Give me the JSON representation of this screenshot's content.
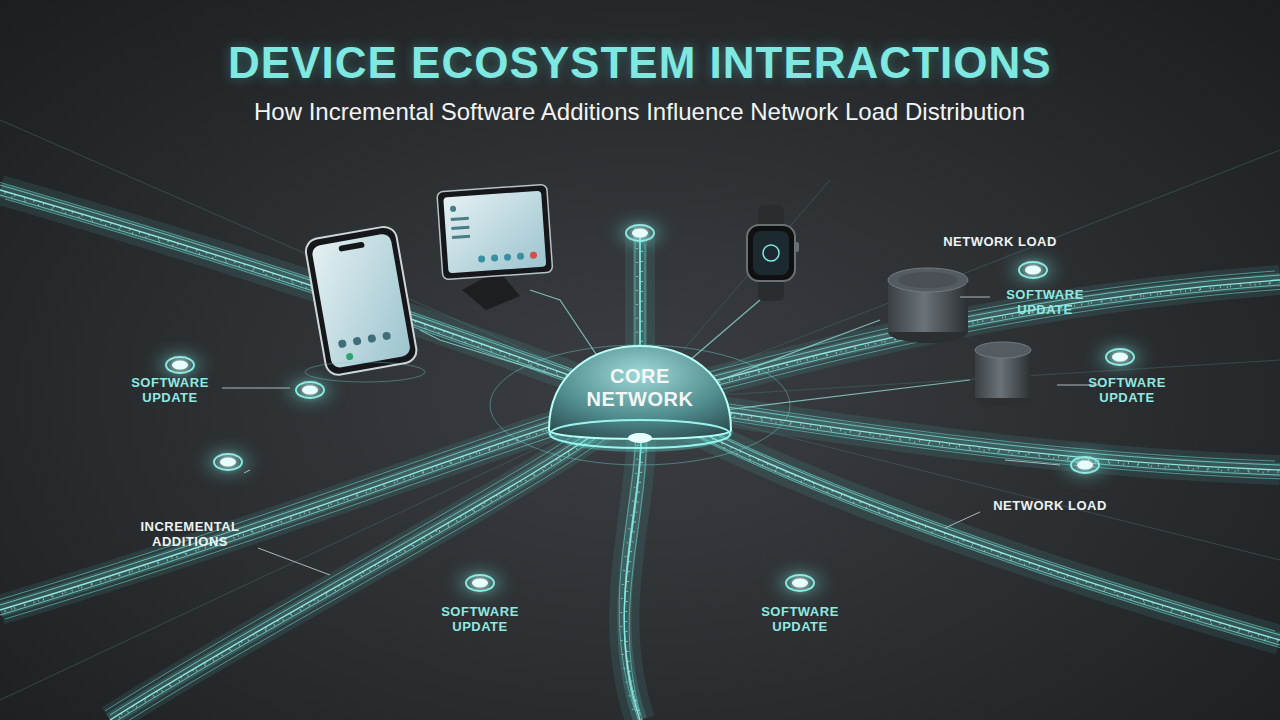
{
  "diagram": {
    "title": "DEVICE ECOSYSTEM INTERACTIONS",
    "caption": "How Incremental Software Additions Influence Network Load Distribution",
    "nodes": [
      {
        "text": [
          "CORE NETWORK"
        ]
      }
    ],
    "labels": [
      "NETWORK LOAD",
      "SOFTWARE UPDATE",
      "SOFTWARE UPDATE",
      "SOFTWARE UPDATE",
      "INCREMENTAL ADDITIONS",
      "NETWORK LOAD",
      "SOFTWARE UPDATE",
      "SOFTWARE UPDATE"
    ]
  }
}
